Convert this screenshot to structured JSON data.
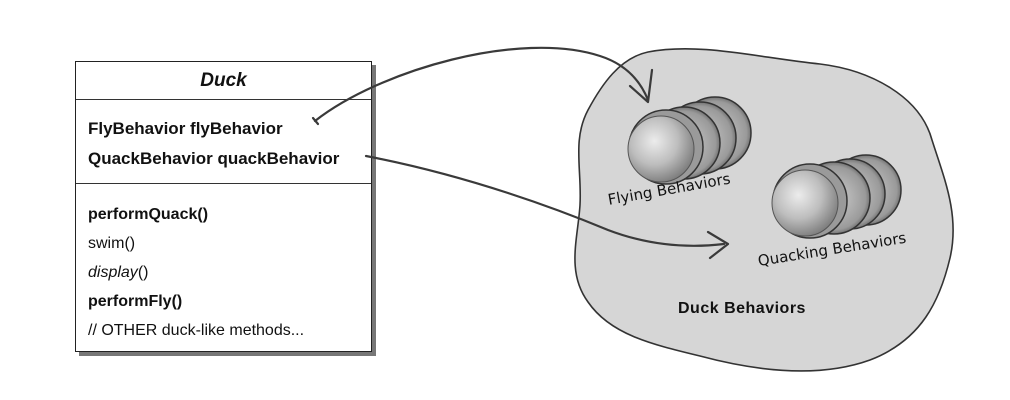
{
  "class_box": {
    "name": "Duck",
    "fields": [
      {
        "text": "FlyBehavior  flyBehavior"
      },
      {
        "text": "QuackBehavior  quackBehavior"
      }
    ],
    "methods": [
      {
        "text": "performQuack()",
        "style": "bold"
      },
      {
        "text": "swim()",
        "style": "normal"
      },
      {
        "name": "display",
        "suffix": "()",
        "style": "italic-name"
      },
      {
        "text": "performFly()",
        "style": "bold"
      },
      {
        "text": "// OTHER duck-like methods...",
        "style": "normal"
      }
    ]
  },
  "cloud": {
    "label": "Duck Behaviors",
    "fill_color": "#d6d6d6",
    "groups": [
      {
        "label": "Flying Behaviors"
      },
      {
        "label": "Quacking Behaviors"
      }
    ]
  }
}
